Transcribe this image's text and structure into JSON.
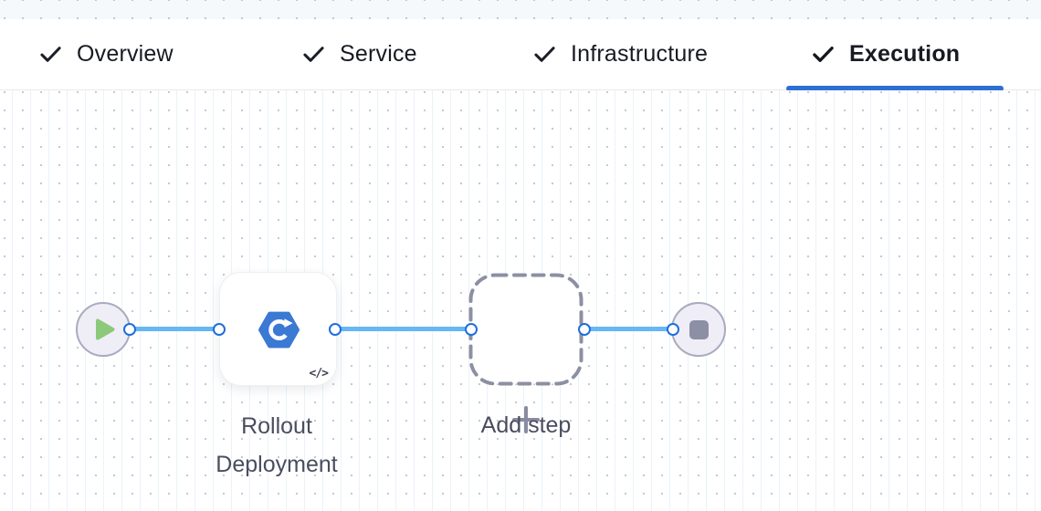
{
  "header": {
    "tabs": [
      {
        "label": "Overview",
        "state": "completed"
      },
      {
        "label": "Service",
        "state": "completed"
      },
      {
        "label": "Infrastructure",
        "state": "completed"
      },
      {
        "label": "Execution",
        "state": "completed-active"
      }
    ]
  },
  "canvas": {
    "nodes": {
      "start": {
        "type": "pipeline-start",
        "icon": "play-icon"
      },
      "step": {
        "name": "Rollout Deployment",
        "icon": "k8s-rollout-icon",
        "badge": "</>"
      },
      "add_step": {
        "label": "Add step",
        "icon": "plus-icon"
      },
      "end": {
        "type": "pipeline-end",
        "icon": "stop-icon"
      }
    }
  },
  "colors": {
    "active_tab_underline": "#2e6fd3",
    "tab_text": "#171a21",
    "connector_line": "#66b7f4",
    "connector_port_ring": "#1f6edd",
    "step_icon_blue": "#3a79d4",
    "terminal_node_fill": "#efeef7",
    "terminal_node_border": "#a9abbe",
    "play_green": "#8cc97b",
    "stop_gray": "#8d90a4",
    "dashed_border": "#8d90a3",
    "label_text": "#4a4d5f"
  }
}
